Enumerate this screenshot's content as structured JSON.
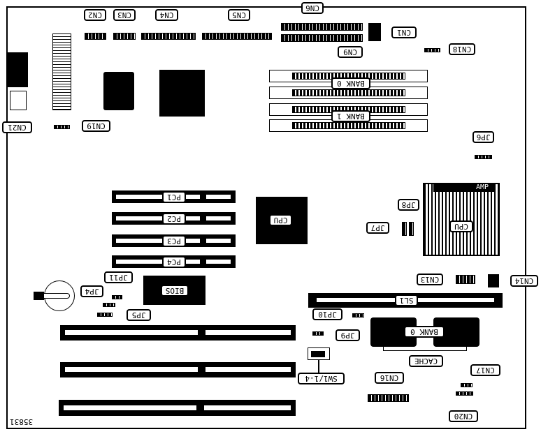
{
  "figure_id": "35831",
  "labels": {
    "cn1": "CN1",
    "cn2": "CN2",
    "cn3": "CN3",
    "cn4": "CN4",
    "cn5": "CN5",
    "cn6": "CN6",
    "cn9": "CN9",
    "cn13": "CN13",
    "cn14": "CN14",
    "cn16": "CN16",
    "cn17": "CN17",
    "cn18": "CN18",
    "cn19": "CN19",
    "cn20": "CN20",
    "cn21": "CN21",
    "jp4": "JP4",
    "jp5": "JP5",
    "jp6": "JP6",
    "jp7": "JP7",
    "jp8": "JP8",
    "jp9": "JP9",
    "jp10": "JP10",
    "jp11": "JP11",
    "bank0": "BANK 0",
    "bank1": "BANK 1",
    "cache_bank0": "BANK 0",
    "cache": "CACHE",
    "pc1": "PC1",
    "pc2": "PC2",
    "pc3": "PC3",
    "pc4": "PC4",
    "cpu_chip": "CPU",
    "cpu_socket": "CPU",
    "amp": "AMP",
    "bios": "BIOS",
    "sl1": "SL1",
    "sw1": "SW1/1-4"
  }
}
